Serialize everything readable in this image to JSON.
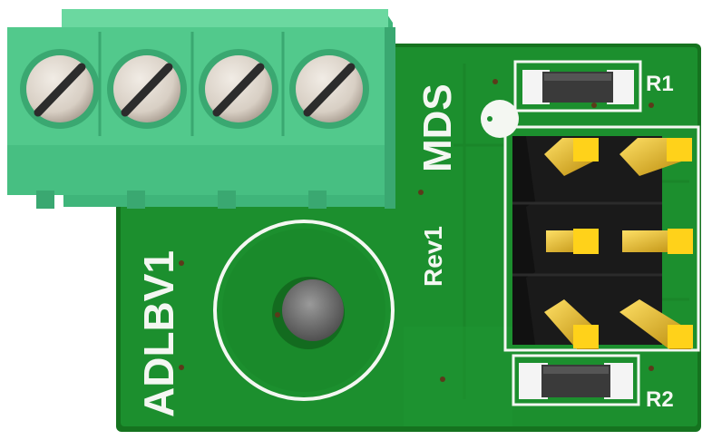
{
  "board": {
    "name": "ADLBV1",
    "brand": "MDS",
    "revision": "Rev1"
  },
  "components": {
    "resistor_top": "R1",
    "resistor_bottom": "R2"
  },
  "terminal_block": {
    "screw_count": 4
  },
  "header": {
    "rows": 3,
    "cols": 2
  },
  "colors": {
    "pcb": "#1c8f2e",
    "pcb_edge": "#15731f",
    "terminal": "#52c98c",
    "silkscreen": "#f4f7f2",
    "pin_gold": "#e8c21c",
    "header_black": "#1a1a1a"
  }
}
